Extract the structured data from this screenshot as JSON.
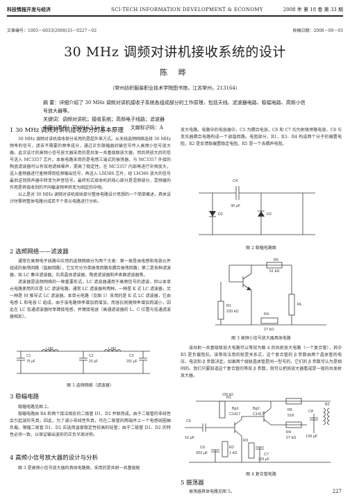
{
  "header": {
    "journal_cn": "科技情报开发与经济",
    "journal_en": "SCI-TECH INFORMATION DEVELOPMENT & ECONOMY",
    "issue": "2008 年    第 18 卷    第 33 期"
  },
  "meta": {
    "article_no": "文章编号：1005－6033(2008)33－0227－02",
    "received": "收稿日期：2008－09－03"
  },
  "title": "30 MHz 调频对讲机接收系统的设计",
  "author": "陈  晔",
  "affiliation": "（常州纺织服装职业技术学院图书馆，江苏常州，213164）",
  "abstract": {
    "summary": "摘  要：详细介绍了 30 MHz 调频对讲机接收子系统各组成部分的工作原理，包括天线、滤波器电路、稳幅电路、高频小信号放大器等。",
    "keywords": "关键词：调频对讲机；接收系统；高频电子线路；滤波器",
    "classification": "中图分类号：TN916.53+2",
    "doc_code": "文献标识码：A"
  },
  "sections": {
    "s1_title": "1   30 MHz 调频对讲机接收部分的基本原理",
    "s1_p1": "30 MHz 调频对讲机接收部分采用的是超外差方式。从天线选频网络选择 30 MHz 频率的信号，滤去不需要的频率成分，通过正负限幅器后输信号传入高频小信号放大器。此次设计的高频小信号放大器采用的是共发一共基级联放大器，然后将放大后的信号送入 MC3357 芯片。本振电路采用的是电感三端式的振荡器，与 MC3357 外接的陶瓷滤波器可以有效地滤掉噪声，提高了稳定性。在 MC3357 内部再进行中频放大，送入鉴频器进行鉴频得到低频输出信号，再送入 LM386 芯片，经 LM386 放大的信号最后送到扬声器中转变为声音信号。最终形式接收机的核心部分是混频部分，混频器的作用是将接收到的不同载波频率转变为固定的中频。",
    "s1_p2": "以上是对 30 MHz 调频对讲机接收部分整体电路设计思想的一个简单概述，具体设计时需将整体电路分成若干个单元电路进行分析。",
    "s2_title": "2   选频网络——滤波器",
    "s2_p1": "通常在高频电子线路中应用的选频网络分为两个大类：第一类是由电感和电容元件组成的振荡回路（谐振回路），它又可分为单振荡回路及耦合振荡回路；第二是各种滤波器，如 LC 集中滤波器，石英晶体滤波器，陶瓷滤波器和声表面滤波器等。",
    "s2_p2": "滤波器是选频网络的一种重要形式，LC 滤波器通用于高频信号的滤波，但以本单元电路使用的正是 LC 滤波电路。通常 LC 滤波器有两种，一种是 K 式 LC 滤波器，另一种是 M 推导式 LC 滤波器。本单元电路（见图 1）采用的是 K 式 LC 滤波器，它由电感 L 和电容 C 组成，由于该电路频率增加而增加，而容抗则随频率增加而减小，因此在 LC 低通滤波器时串臂接电感，并臂接电容（高通滤波器的 L、C 位置与低通滤波器相反）。",
    "s3_title": "3   稳幅电路",
    "s3_p1": "稳幅电路见图 2。",
    "s3_p2": "稳幅电路由 R4 和两个接法相反的二极管 D1、D2 并联而成。由于二极管的非线性会引起波形失真，因此，为了减小非线性失真，可在二极管的两端并上一个电感线圈抽负载。限幅二极管 D1、D2 应选用温度稳定性较高的硅管；由于二极管 D1、D2 的特性必须一致，以保证输出波形的正负半周对称。",
    "s4_title": "4   高频小信号放大器的设计与分析",
    "s4_p1": "图 3 是高频小信号放大器的具体电路图，采用的是共射一共基级联",
    "r_p1": "放大电路。电路中的电容器中，C5 为耦合电容，C6 和 C7 均为射极旁路电容，C8 与变压器耦合电路构成一个调谐回路。电阻部分，R1、R3、R4 构成两个分子的偏置电阻，R2 是反馈稳偏置稳定电阻，R5 是一个去耦声电阻。",
    "r_p2": "该共射一共基级联放大电路可以等效为图 4 的共射放大电路（一个复合管），其中 R5 是负载阻抗。该等效法用的就是关系式，这个复合管的 β 参数由两个晶体管的电压、电流和 β 参数决定。如果两个级联晶体管是同一型号的，它们的 β 参数可认为是相同的。我们只要知道这个复合管的等效 β 参数，就可以把其放大器看成是一般的共发射放大器。",
    "s5_title": "5   振荡器",
    "s5_p1": "振荡器具体电路见图 5。"
  },
  "figures": {
    "fig1_caption": "图 1   选频网络（滤波器）",
    "fig2_caption": "图 2   稳幅电路图",
    "fig3_caption": "图 3   高频小信号放大器具体电路",
    "fig4_caption": "图 4   复合管电路",
    "fig1": {
      "L1": "L18T",
      "L2": "L18T",
      "C1": "C1",
      "C1v": "75 μF",
      "C2": "C2",
      "C2v": "20 μF",
      "C3": "C3",
      "C3v": "201 μF"
    },
    "fig2": {
      "C4": "C4",
      "C4v": "30 μF",
      "D1": "D1",
      "D2": "D2"
    },
    "fig3": {
      "R5": "R5",
      "R5v": "51 kΩ",
      "R1": "R1",
      "R1v": "220 kΩ",
      "R4": "R4",
      "R4v": "27 kΩ",
      "RL": "RL"
    },
    "fig4": {
      "R1": "R1",
      "R1v": "220 kΩ",
      "Bg1": "Bg1",
      "Bg1m": "C1417",
      "Bg2": "Bg2",
      "Bg2m": "C1417",
      "C5": "C5",
      "C5v": "10 μF",
      "C6": "C6",
      "C6v": "203 μF",
      "R2": "R2",
      "R2v": "1 kΩ",
      "R3": "R3",
      "C7": "C7",
      "C7v": "203 μF",
      "R5": "R5",
      "R5v": "51K",
      "R4": "R4",
      "R4v": "27 kΩ",
      "C8": "C8",
      "C8v": "139 μF",
      "B2": "B2"
    }
  },
  "page_number": "227"
}
